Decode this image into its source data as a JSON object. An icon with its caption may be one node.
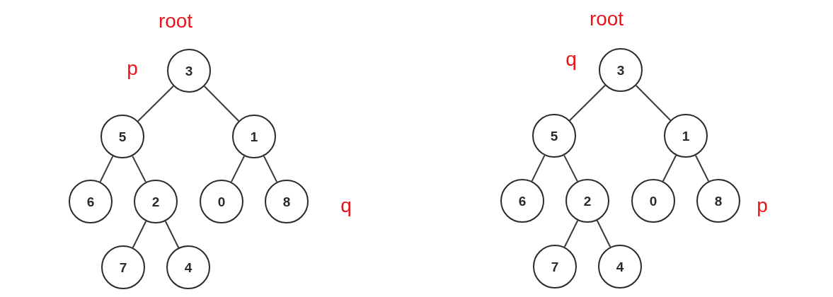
{
  "diagram": {
    "nodes": [
      {
        "text": [
          "3"
        ]
      },
      {
        "text": [
          "5"
        ]
      },
      {
        "text": [
          "1"
        ]
      },
      {
        "text": [
          "6"
        ]
      },
      {
        "text": [
          "2"
        ]
      },
      {
        "text": [
          "0"
        ]
      },
      {
        "text": [
          "8"
        ]
      },
      {
        "text": [
          "7"
        ]
      },
      {
        "text": [
          "4"
        ]
      },
      {
        "text": [
          "3"
        ]
      },
      {
        "text": [
          "5"
        ]
      },
      {
        "text": [
          "1"
        ]
      },
      {
        "text": [
          "6"
        ]
      },
      {
        "text": [
          "2"
        ]
      },
      {
        "text": [
          "0"
        ]
      },
      {
        "text": [
          "8"
        ]
      },
      {
        "text": [
          "7"
        ]
      },
      {
        "text": [
          "4"
        ]
      }
    ],
    "edges": [
      {
        "from": 0,
        "to": 1,
        "arrow": "none"
      },
      {
        "from": 0,
        "to": 2,
        "arrow": "none"
      },
      {
        "from": 1,
        "to": 3,
        "arrow": "none"
      },
      {
        "from": 1,
        "to": 4,
        "arrow": "none"
      },
      {
        "from": 2,
        "to": 5,
        "arrow": "none"
      },
      {
        "from": 2,
        "to": 6,
        "arrow": "none"
      },
      {
        "from": 4,
        "to": 7,
        "arrow": "none"
      },
      {
        "from": 4,
        "to": 8,
        "arrow": "none"
      },
      {
        "from": 9,
        "to": 10,
        "arrow": "none"
      },
      {
        "from": 9,
        "to": 11,
        "arrow": "none"
      },
      {
        "from": 10,
        "to": 12,
        "arrow": "none"
      },
      {
        "from": 10,
        "to": 13,
        "arrow": "none"
      },
      {
        "from": 11,
        "to": 14,
        "arrow": "none"
      },
      {
        "from": 11,
        "to": 15,
        "arrow": "none"
      },
      {
        "from": 13,
        "to": 16,
        "arrow": "none"
      },
      {
        "from": 13,
        "to": 17,
        "arrow": "none"
      }
    ],
    "labels": [
      "root",
      "p",
      "q",
      "root",
      "q",
      "p"
    ]
  }
}
